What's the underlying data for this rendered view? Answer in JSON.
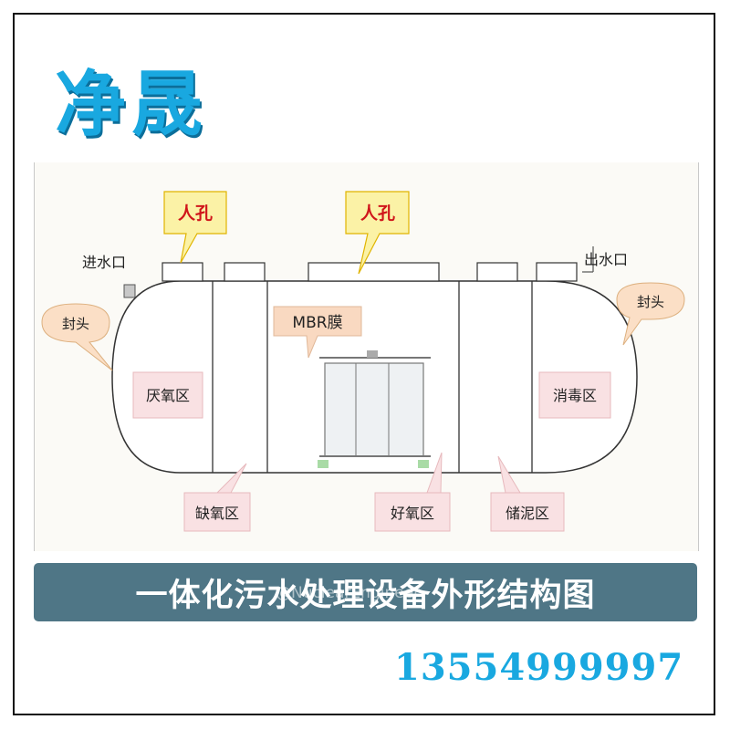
{
  "brand": {
    "name": "净晟"
  },
  "diagram": {
    "manhole_left": "人孔",
    "manhole_right": "人孔",
    "inlet": "进水口",
    "outlet": "出水口",
    "head_left": "封头",
    "head_right": "封头",
    "membrane": "MBR膜",
    "zone_anaerobic": "厌氧区",
    "zone_disinfect": "消毒区",
    "zone_anoxic": "缺氧区",
    "zone_aerobic": "好氧区",
    "zone_sludge": "储泥区"
  },
  "caption": {
    "title": "一体化污水处理设备外形结构图",
    "watermark": "@NuclearEngineer"
  },
  "contact": {
    "phone": "13554999997"
  },
  "colors": {
    "brand": "#19a8e0",
    "caption_bar": "#4f7686",
    "callout_fill": "#fbf2a6",
    "zone_fill": "#f9e1e3"
  }
}
